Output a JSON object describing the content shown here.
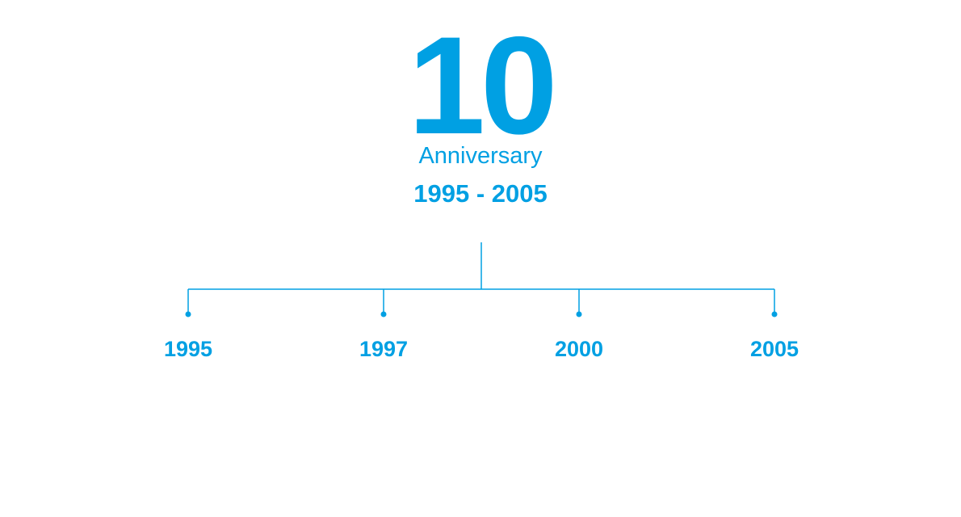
{
  "header": {
    "number": "10",
    "subtitle": "Anniversary",
    "range": "1995 - 2005"
  },
  "timeline": {
    "milestones": [
      {
        "label": "1995"
      },
      {
        "label": "1997"
      },
      {
        "label": "2000"
      },
      {
        "label": "2005"
      }
    ]
  },
  "colors": {
    "accent": "#00a0e3"
  }
}
